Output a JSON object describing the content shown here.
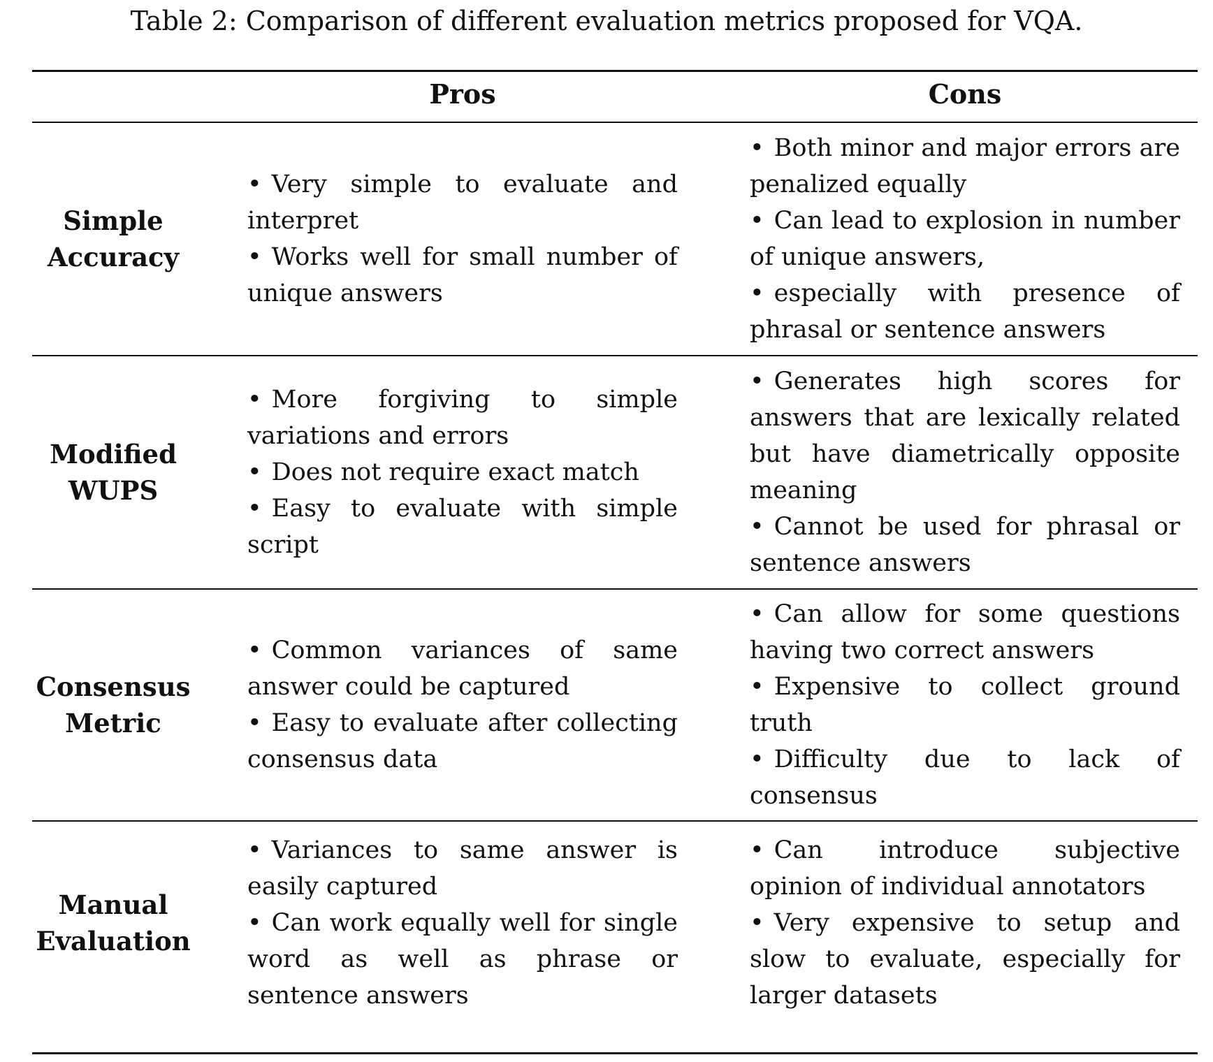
{
  "caption": "Table 2: Comparison of different evaluation metrics proposed for VQA.",
  "headers": {
    "pros": "Pros",
    "cons": "Cons"
  },
  "rows": [
    {
      "label_line1": "Simple",
      "label_line2": "Accuracy",
      "pros": [
        "Very simple to evaluate and interpret",
        "Works well for small number of unique answers"
      ],
      "cons": [
        "Both minor and major errors are penalized equally",
        "Can lead to explosion in number of unique answers,",
        "especially with presence of phrasal or sentence answers"
      ]
    },
    {
      "label_line1": "Modified",
      "label_line2": "WUPS",
      "pros": [
        "More forgiving to simple variations and errors",
        "Does not require exact match",
        "Easy to evaluate with simple script"
      ],
      "cons": [
        "Generates high scores for answers that are lexically related but have diametrically opposite meaning",
        "Cannot be used for phrasal or sentence answers"
      ]
    },
    {
      "label_line1": "Consensus",
      "label_line2": "Metric",
      "pros": [
        "Common variances of same answer could be captured",
        "Easy to evaluate after collecting consensus data"
      ],
      "cons": [
        "Can allow for some questions having two correct answers",
        "Expensive to collect ground truth",
        "Difficulty due to lack of consensus"
      ]
    },
    {
      "label_line1": "Manual",
      "label_line2": "Evaluation",
      "pros": [
        "Variances to same answer is easily captured",
        "Can work equally well for single word as well as phrase or sentence answers"
      ],
      "cons": [
        "Can introduce subjective opinion of individual annotators",
        "Very expensive to setup and slow to evaluate, especially for larger datasets"
      ]
    }
  ]
}
